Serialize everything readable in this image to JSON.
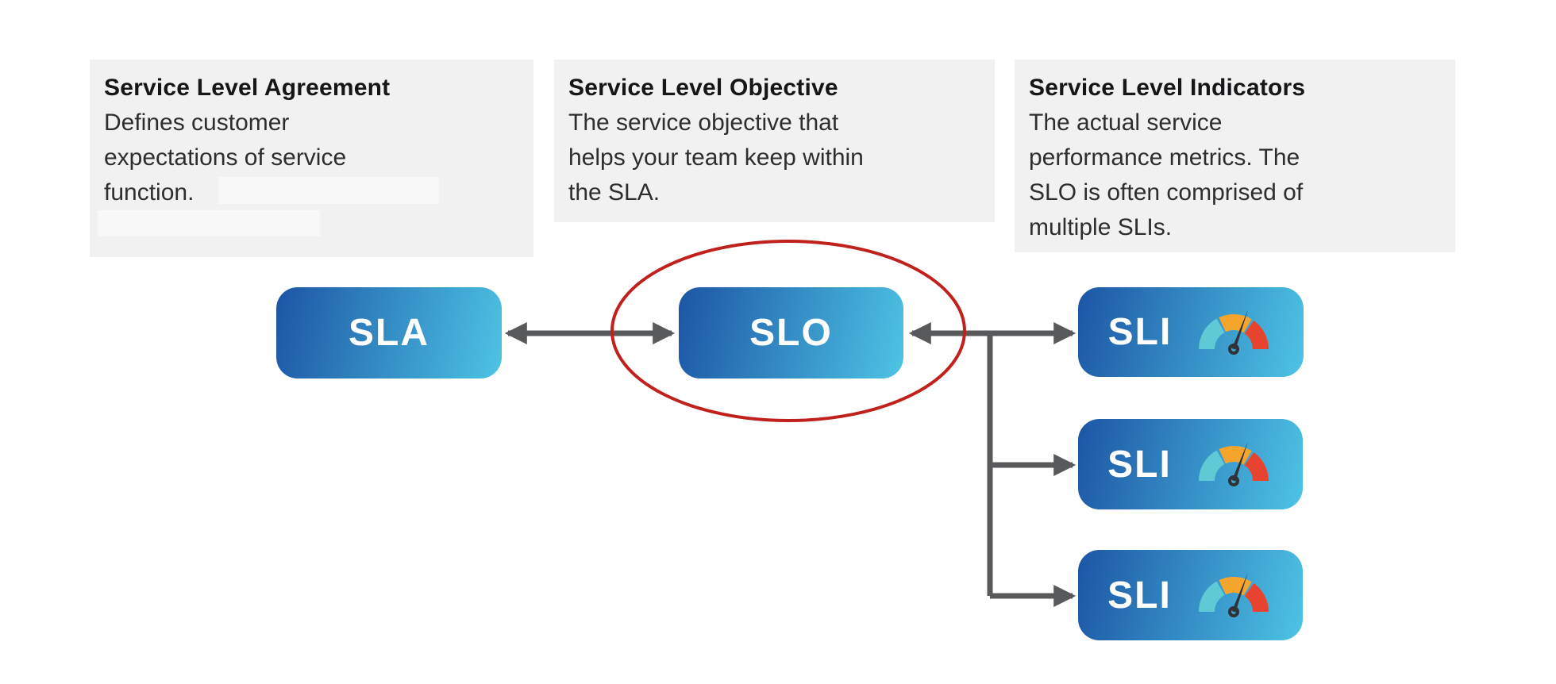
{
  "cards": [
    {
      "title": "Service Level Agreement",
      "body": "Defines customer expectations of service function."
    },
    {
      "title": "Service Level Objective",
      "body": "The service objective that helps your team keep within the SLA."
    },
    {
      "title": "Service Level Indicators",
      "body": "The actual service performance metrics. The SLO is often comprised of multiple SLIs."
    }
  ],
  "nodes": {
    "sla": {
      "label": "SLA"
    },
    "slo": {
      "label": "SLO",
      "highlighted": true
    },
    "sli_items": [
      {
        "label": "SLI"
      },
      {
        "label": "SLI"
      },
      {
        "label": "SLI"
      }
    ]
  },
  "icons": {
    "sli_icon": "gauge-meter-icon"
  },
  "colors": {
    "page_bg": "#ffffff",
    "card_bg": "#f1f1f2",
    "redaction_bg": "#f8f8f9",
    "title_text": "#161618",
    "body_text": "#2e2e30",
    "node_grad_start": "#1c55a5",
    "node_grad_end": "#4dc4e4",
    "node_label_text": "#ffffff",
    "arrow": "#58595b",
    "highlight_ellipse": "#c0211c",
    "gauge_teal": "#5fc9d6",
    "gauge_orange": "#f5a42c",
    "gauge_red": "#e8432e",
    "gauge_needle": "#2f3237"
  }
}
